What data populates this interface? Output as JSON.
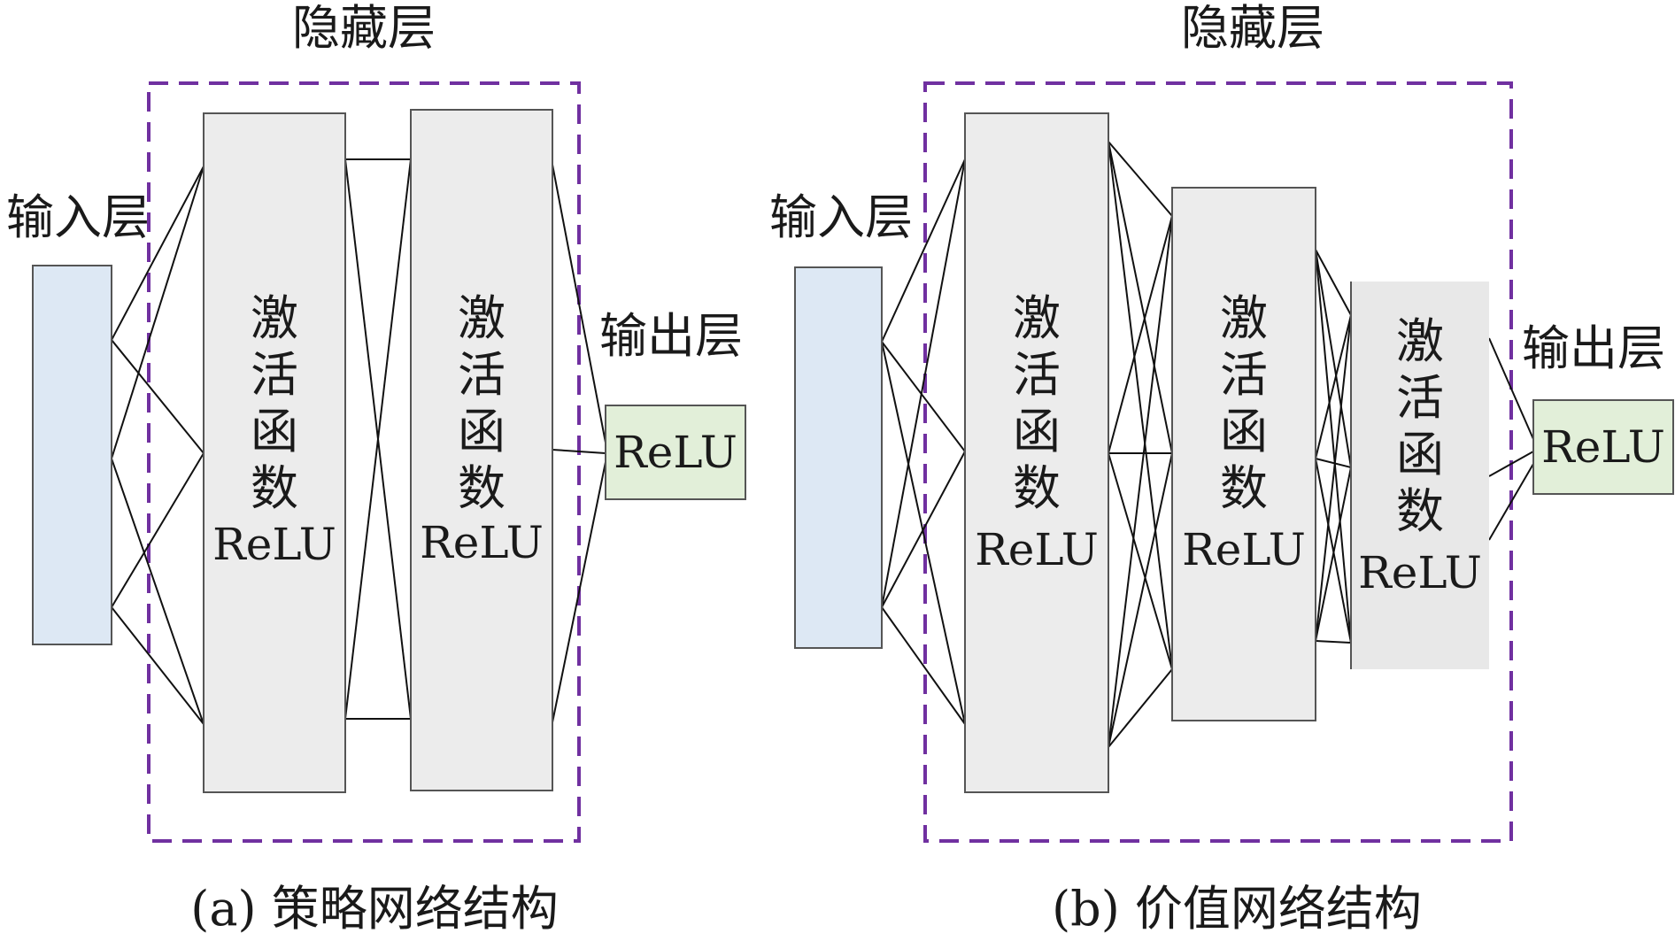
{
  "colors": {
    "hidden_fill": "#ececec",
    "input_fill": "#dde8f4",
    "output_fill": "#e2efd9",
    "dashed_border": "#7030a0",
    "edges": "#111111"
  },
  "panel_a": {
    "hidden_label": "隐藏层",
    "input_label": "输入层",
    "output_label": "输出层",
    "output_unit": "ReLU",
    "layers": [
      {
        "chars": [
          "激",
          "活",
          "函",
          "数"
        ],
        "activation": "ReLU"
      },
      {
        "chars": [
          "激",
          "活",
          "函",
          "数"
        ],
        "activation": "ReLU"
      }
    ],
    "caption": "(a) 策略网络结构"
  },
  "panel_b": {
    "hidden_label": "隐藏层",
    "input_label": "输入层",
    "output_label": "输出层",
    "output_unit": "ReLU",
    "layers": [
      {
        "chars": [
          "激",
          "活",
          "函",
          "数"
        ],
        "activation": "ReLU"
      },
      {
        "chars": [
          "激",
          "活",
          "函",
          "数"
        ],
        "activation": "ReLU"
      },
      {
        "chars": [
          "激",
          "活",
          "函",
          "数"
        ],
        "activation": "ReLU"
      }
    ],
    "caption": "(b) 价值网络结构"
  }
}
